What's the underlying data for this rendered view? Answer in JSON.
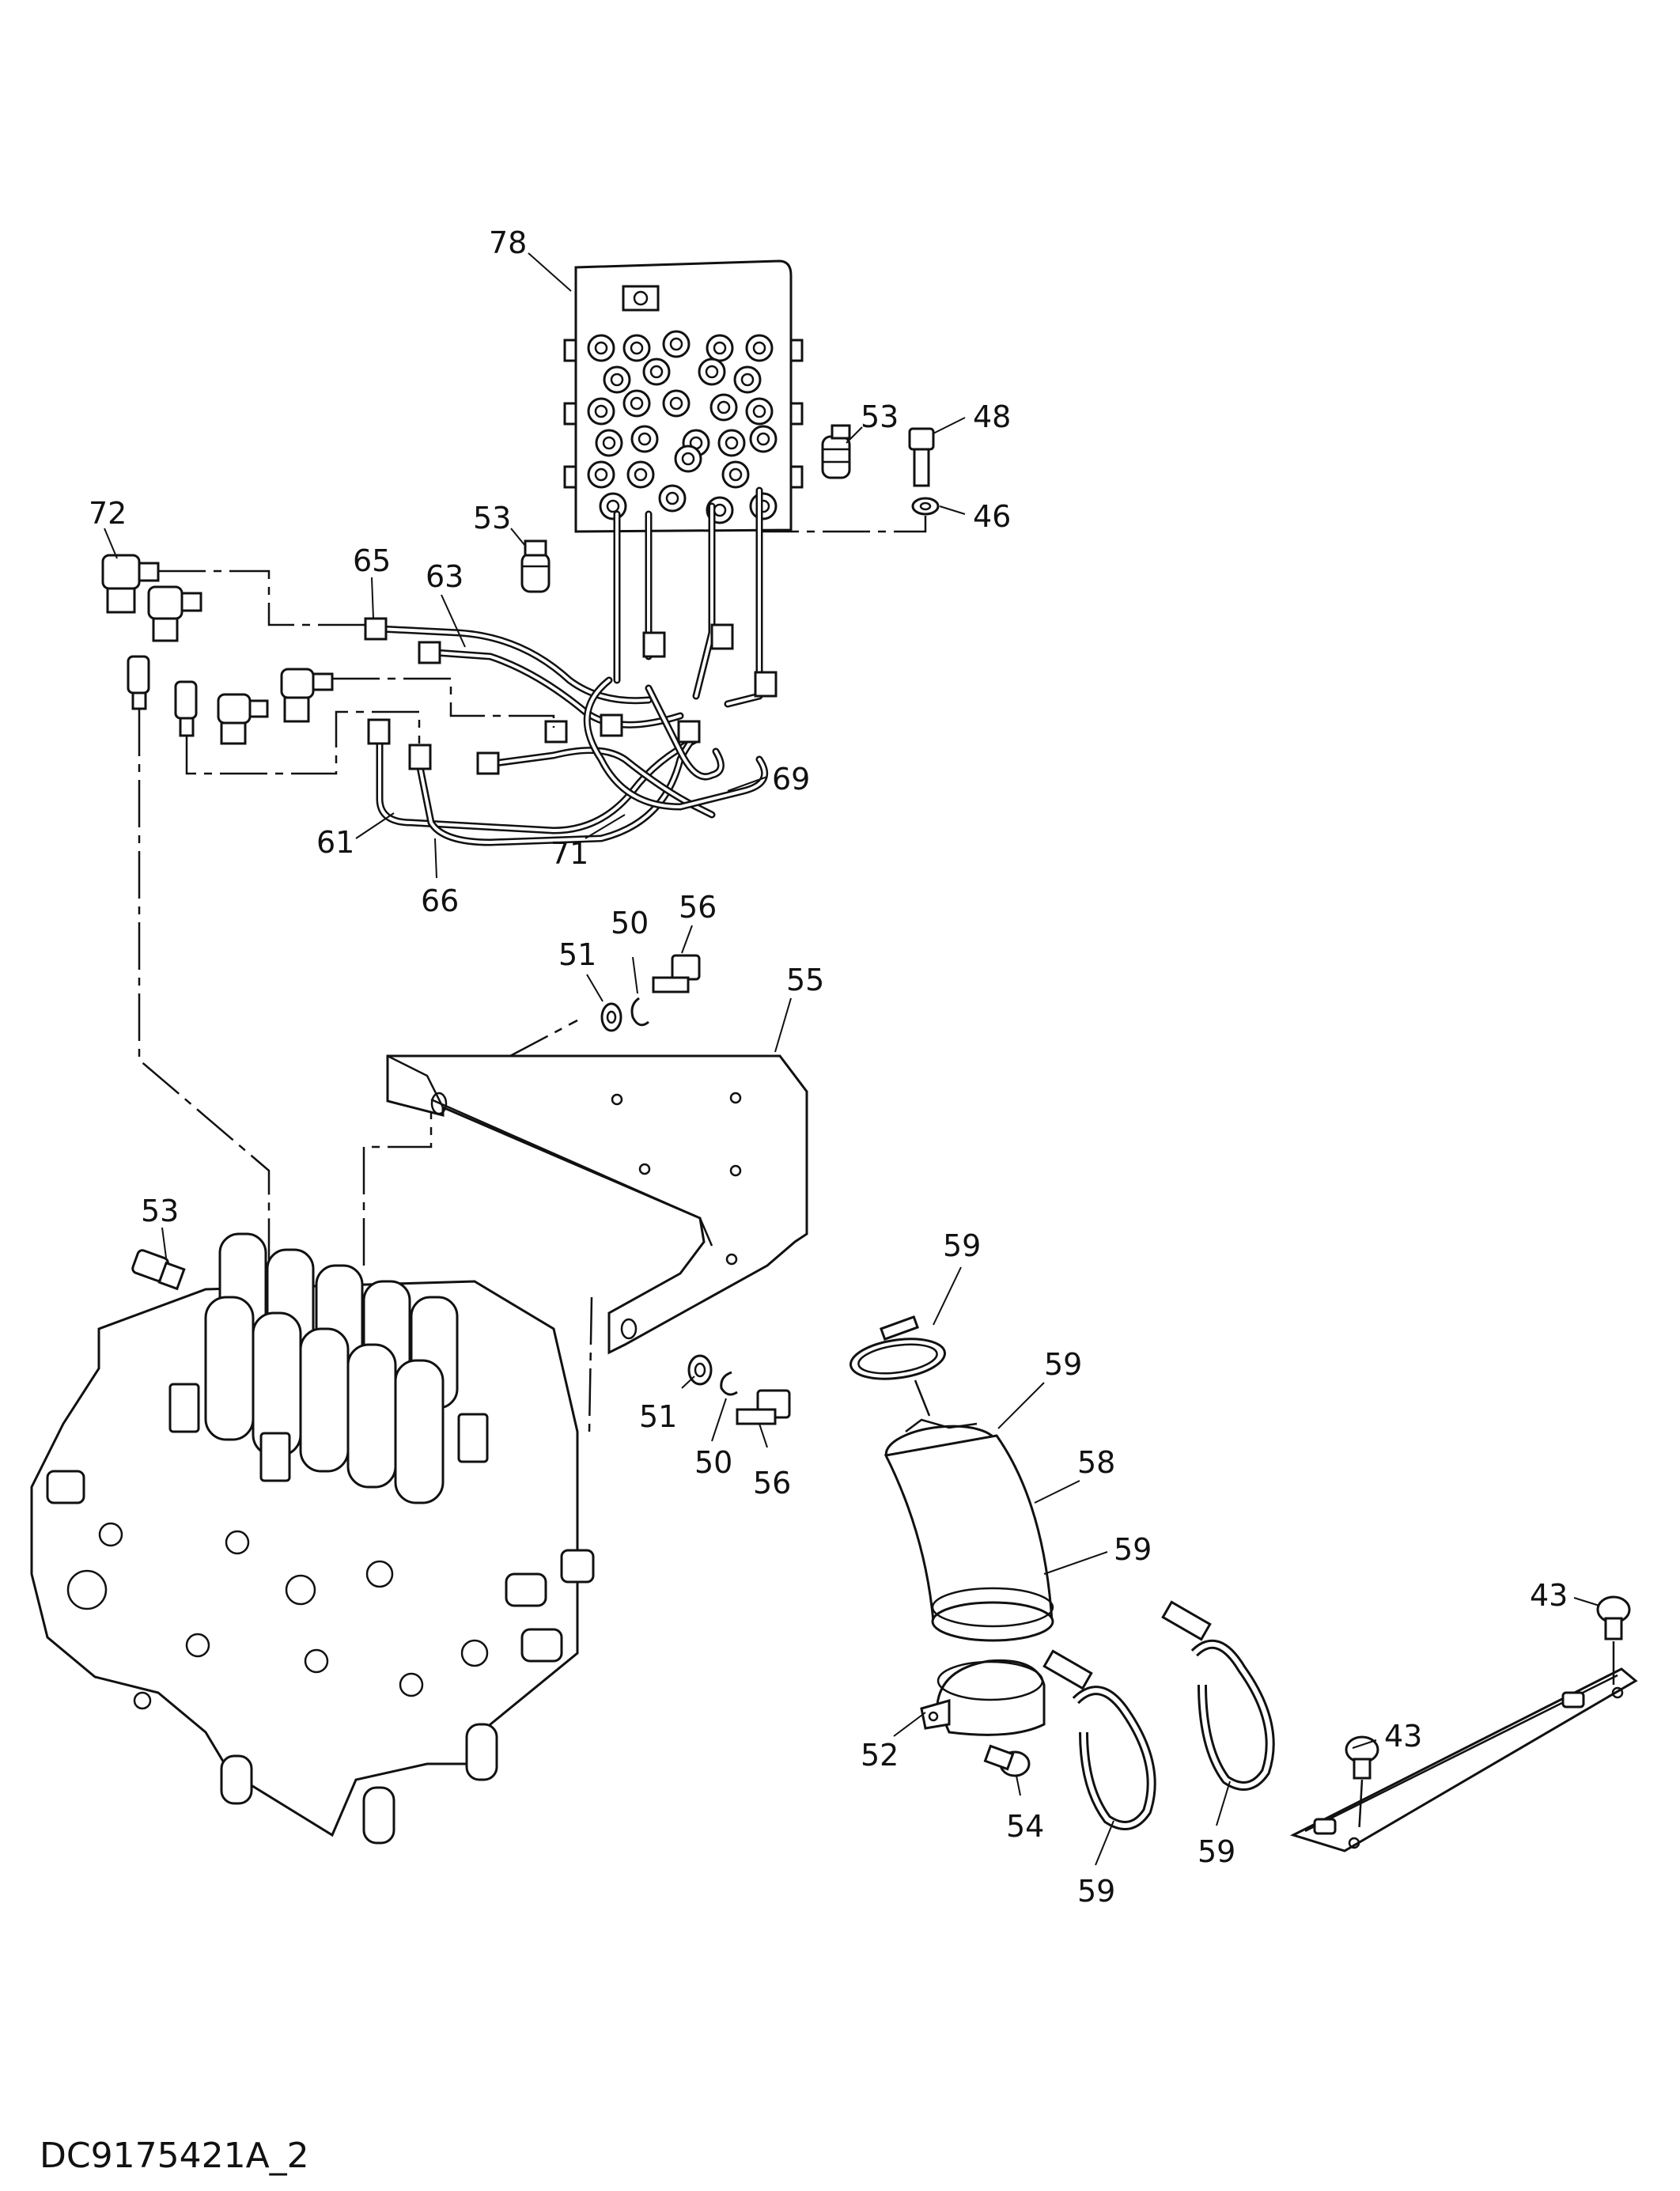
{
  "drawing": {
    "code": "DC9175421A_2"
  },
  "callouts": {
    "c78": "78",
    "c53a": "53",
    "c48": "48",
    "c46": "46",
    "c53b": "53",
    "c72": "72",
    "c65": "65",
    "c63": "63",
    "c69": "69",
    "c61": "61",
    "c71": "71",
    "c66": "66",
    "c51a": "51",
    "c50a": "50",
    "c56a": "56",
    "c55": "55",
    "c53c": "53",
    "c59a": "59",
    "c59b": "59",
    "c58": "58",
    "c59c": "59",
    "c51b": "51",
    "c50b": "50",
    "c56b": "56",
    "c43a": "43",
    "c43b": "43",
    "c52": "52",
    "c54": "54",
    "c59d": "59",
    "c59e": "59"
  }
}
